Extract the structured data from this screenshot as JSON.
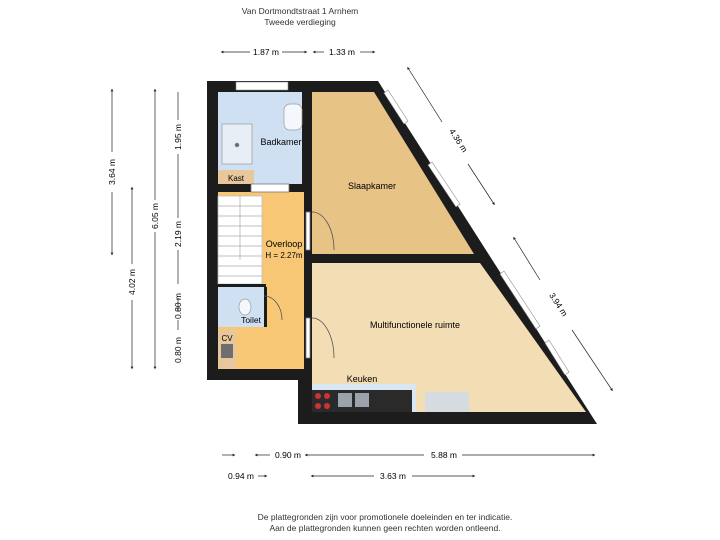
{
  "header": {
    "address": "Van Dortmondtstraat 1 Arnhem",
    "floor": "Tweede verdieging"
  },
  "rooms": {
    "badkamer": "Badkamer",
    "kast": "Kast",
    "slaapkamer": "Slaapkamer",
    "overloop": "Overloop",
    "overloop_height": "H = 2.27m",
    "toilet": "Toilet",
    "cv": "CV",
    "multi": "Multifunctionele ruimte",
    "keuken": "Keuken"
  },
  "dimensions": {
    "top_left": "1.87 m",
    "top_right": "1.33 m",
    "diag_upper": "4.36 m",
    "diag_lower": "3.94 m",
    "v_outer": "3.64 m",
    "v_middle": "6.05 m",
    "v_inner_lower": "4.02 m",
    "v_a": "1.95 m",
    "v_b": "2.19 m",
    "v_c": "0.80 m",
    "v_d": "0.80 m",
    "bottom_a": "0.90 m",
    "bottom_b": "5.88 m",
    "bottom_c": "0.94 m",
    "bottom_d": "3.63 m"
  },
  "footer": {
    "line1": "De plattegronden zijn voor promotionele doeleinden en ter indicatie.",
    "line2": "Aan de plattegronden kunnen geen rechten worden ontleend."
  },
  "colors": {
    "wall": "#1c1c1c",
    "badkamer": "#cfe0f2",
    "slaapkamer": "#e8c386",
    "overloop": "#f7c776",
    "multi": "#f3ddb4",
    "keuken": "#d9e7f3",
    "kast": "#e7c79b"
  }
}
